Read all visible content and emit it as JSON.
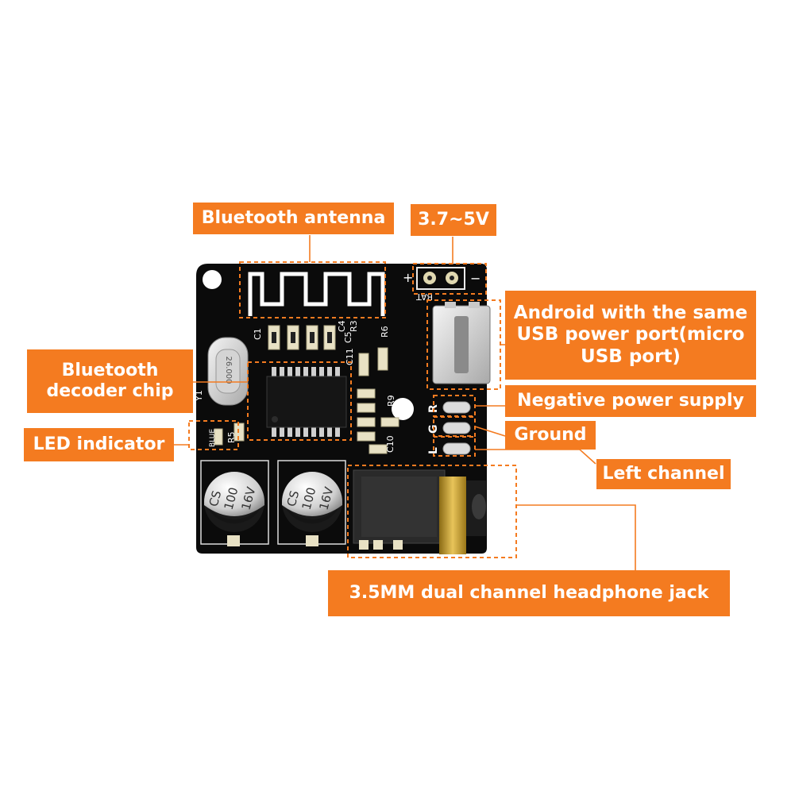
{
  "labels": {
    "bluetooth_antenna": "Bluetooth antenna",
    "voltage": "3.7~5V",
    "usb_port_line1": "Android with the same",
    "usb_port_line2": "USB power port(micro",
    "usb_port_line3": "USB port)",
    "decoder_line1": "Bluetooth",
    "decoder_line2": "decoder chip",
    "negative_supply": "Negative power supply",
    "ground": "Ground",
    "led_indicator": "LED indicator",
    "left_channel": "Left channel",
    "headphone_jack": "3.5MM dual channel headphone jack"
  },
  "board_markings": {
    "plus": "+",
    "minus": "−",
    "bat": "BAT",
    "c1": "C1",
    "c4": "C4",
    "c5": "C5",
    "r3": "R3",
    "r6": "R6",
    "c11": "C11",
    "y1": "Y1",
    "r5": "R5",
    "blue": "BLUE",
    "c10": "C10",
    "r9": "R9",
    "r": "R",
    "g": "G",
    "l": "L",
    "crystal": "26.000",
    "cap_brand": "CS",
    "cap_value": "100",
    "cap_voltage": "16V"
  },
  "colors": {
    "accent_orange": "#f47b20",
    "label_text": "#ffffff",
    "pcb": "#0b0b0b",
    "callout_line": "#f47b20"
  }
}
